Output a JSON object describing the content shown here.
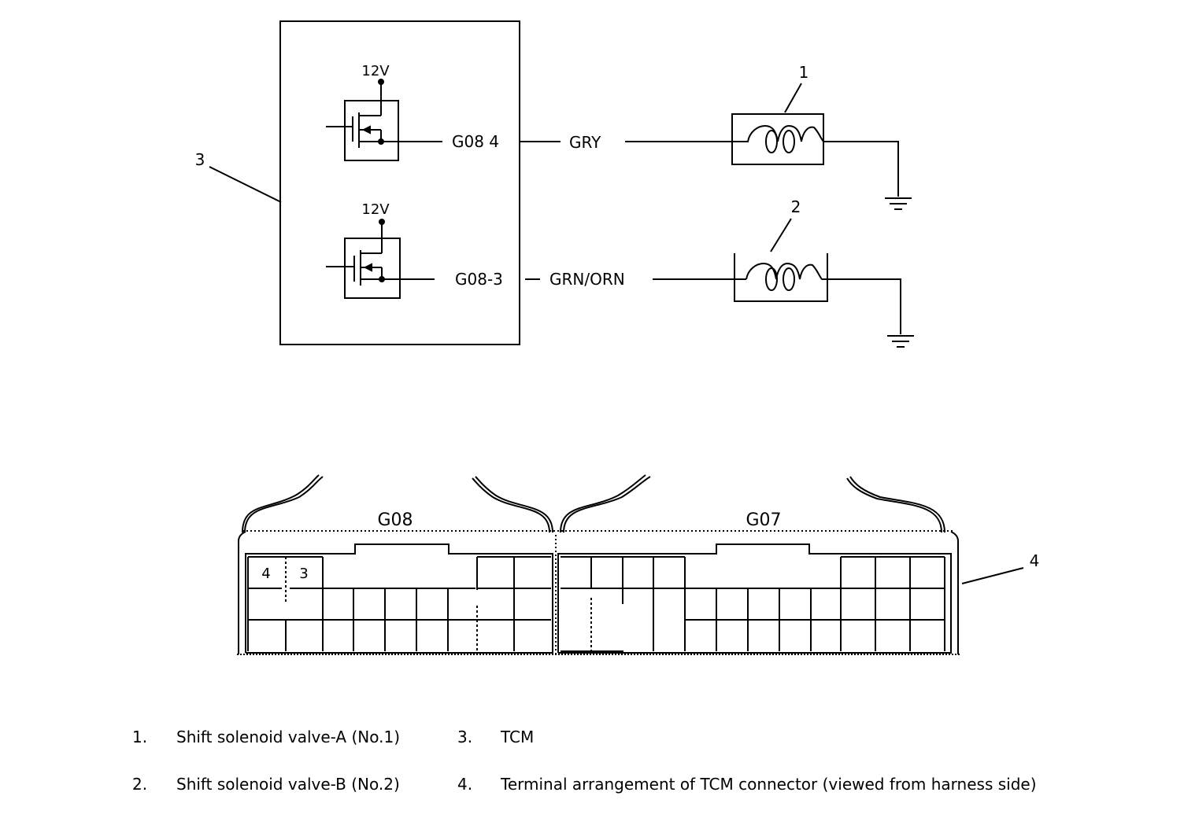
{
  "schematic": {
    "tcm_callout": "3",
    "supply_a": "12V",
    "supply_b": "12V",
    "pin_a": "G08 4",
    "pin_b": "G08-3",
    "wire_a": "GRY",
    "wire_b": "GRN/ORN",
    "solenoid_a_callout": "1",
    "solenoid_b_callout": "2"
  },
  "connector": {
    "block_left_label": "G08",
    "block_right_label": "G07",
    "terminal_a": "4",
    "terminal_b": "3",
    "callout": "4"
  },
  "legend": [
    {
      "num": "1.",
      "text": "Shift solenoid valve-A (No.1)"
    },
    {
      "num": "2.",
      "text": "Shift solenoid valve-B (No.2)"
    },
    {
      "num": "3.",
      "text": "TCM"
    },
    {
      "num": "4.",
      "text": "Terminal arrangement of TCM connector (viewed from harness side)"
    }
  ]
}
